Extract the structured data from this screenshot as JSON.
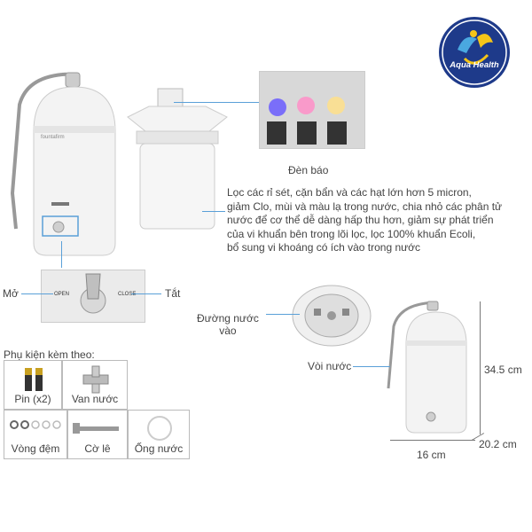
{
  "brand": {
    "name": "Aqua Health",
    "color": "#1e3a8a",
    "accent": "#f5c518"
  },
  "product_brand": "fountafirm",
  "labels": {
    "indicator_light": "Đèn báo",
    "filter_description": "Lọc các rỉ sét, cặn bẩn và các hạt lớn hơn 5 micron,\ngiảm Clo, mùi và màu lạ trong nước, chia nhỏ các phân tử\nnước để cơ thể dễ dàng hấp thu hơn, giảm sự phát triển\ncủa vi khuẩn bên trong lõi lọc, lọc 100% khuẩn Ecoli,\nbổ sung vi khoáng có ích vào trong nước",
    "open": "Mở",
    "close": "Tắt",
    "knob_open": "OPEN",
    "knob_close": "CLOSE",
    "water_inlet": "Đường nước\nvào",
    "faucet": "Vòi nước",
    "height": "34.5 cm",
    "width": "16 cm",
    "depth": "20.2 cm"
  },
  "accessories": {
    "title": "Phụ kiện kèm theo:",
    "items": [
      "Pin (x2)",
      "Van nước",
      "Vòng đệm",
      "Cờ lê",
      "Ống nước"
    ]
  },
  "icons": [
    "water-drop-person-icon",
    "battery-icon",
    "valve-icon",
    "washer-icon",
    "wrench-icon",
    "tube-icon"
  ]
}
